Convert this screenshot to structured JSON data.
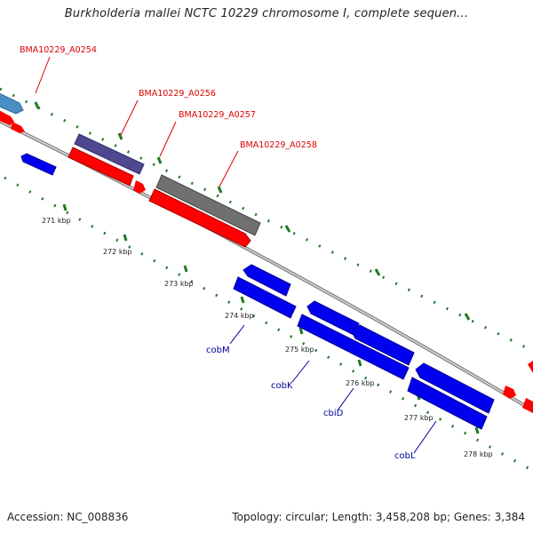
{
  "header": {
    "title": "Burkholderia mallei NCTC 10229 chromosome I, complete sequen..."
  },
  "footer": {
    "accession": "Accession: NC_008836",
    "summary": "Topology: circular; Length: 3,458,208 bp; Genes: 3,384"
  },
  "scale": {
    "ticks": [
      {
        "label": "271 kbp"
      },
      {
        "label": "272 kbp"
      },
      {
        "label": "273 kbp"
      },
      {
        "label": "274 kbp"
      },
      {
        "label": "275 kbp"
      },
      {
        "label": "276 kbp"
      },
      {
        "label": "277 kbp"
      },
      {
        "label": "278 kbp"
      }
    ]
  },
  "labels": {
    "locus": [
      "BMA10229_A0254",
      "BMA10229_A0256",
      "BMA10229_A0257",
      "BMA10229_A0258"
    ],
    "genes": [
      "cobM",
      "cobK",
      "cbiD",
      "cobL"
    ]
  },
  "colors": {
    "forward_gene": "#ff0000",
    "reverse_gene": "#0000ee",
    "backbone": "#888888",
    "tick": "#227722",
    "locus_label": "#dd0000",
    "gene_label": "#000099",
    "light_blue_gene": "#4a8ec4",
    "dark_slate_gene": "#4f4890",
    "grey_gene": "#707070"
  }
}
